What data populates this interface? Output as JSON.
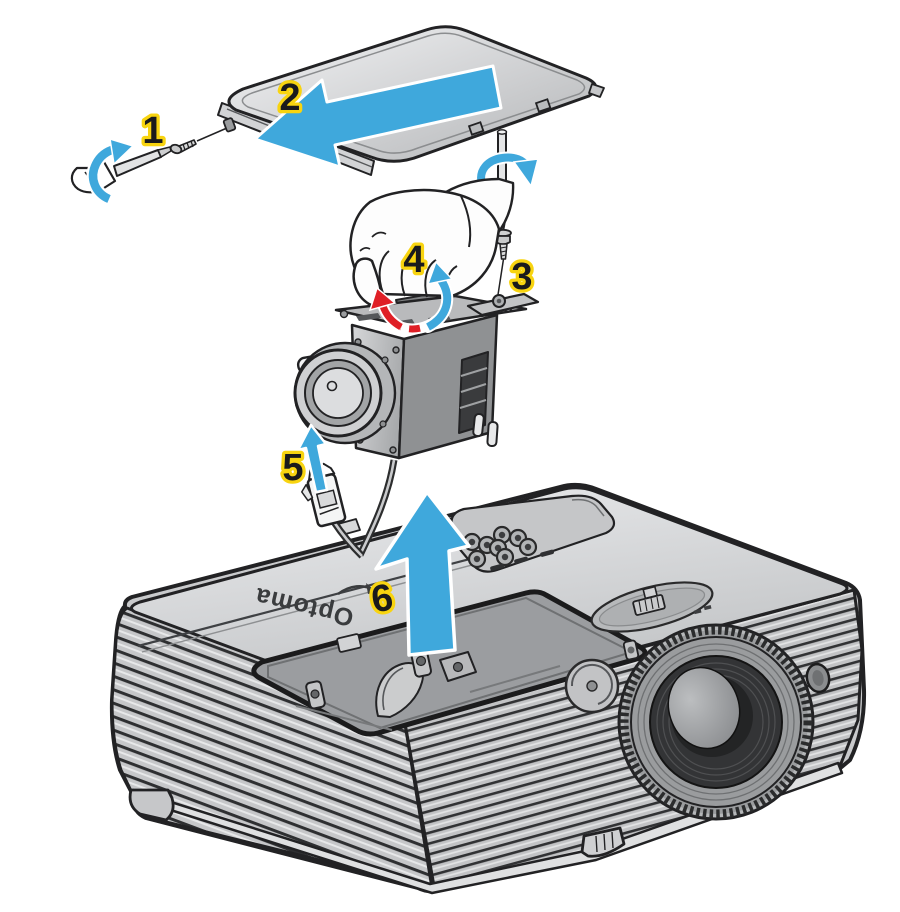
{
  "diagram": {
    "step_labels": [
      "1",
      "2",
      "3",
      "4",
      "5",
      "6"
    ],
    "brand": {
      "logo_text": "Optoma"
    },
    "colors": {
      "arrow_blue": "#3FA8DC",
      "arrow_red": "#DF1F26",
      "label_fill": "#1A1A1C",
      "label_outline": "#F8D410",
      "line_dark": "#222224",
      "body_gray": "#C9CACC"
    }
  }
}
